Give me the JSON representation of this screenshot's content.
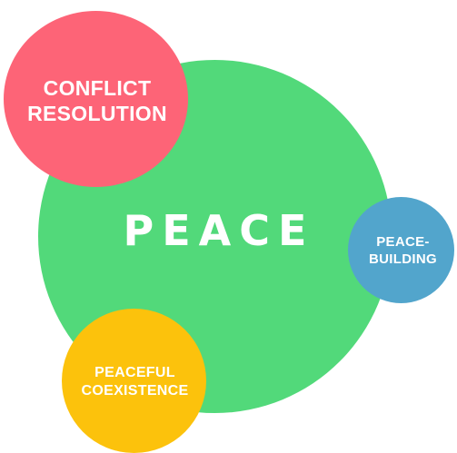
{
  "diagram": {
    "main": {
      "label": "PEACE",
      "color": "#52d97a"
    },
    "satellites": [
      {
        "label": "CONFLICT\nRESOLUTION",
        "color": "#fd6477"
      },
      {
        "label": "PEACE-\nBUILDING",
        "color": "#52a5cc"
      },
      {
        "label": "PEACEFUL\nCOEXISTENCE",
        "color": "#fcc20c"
      }
    ]
  }
}
